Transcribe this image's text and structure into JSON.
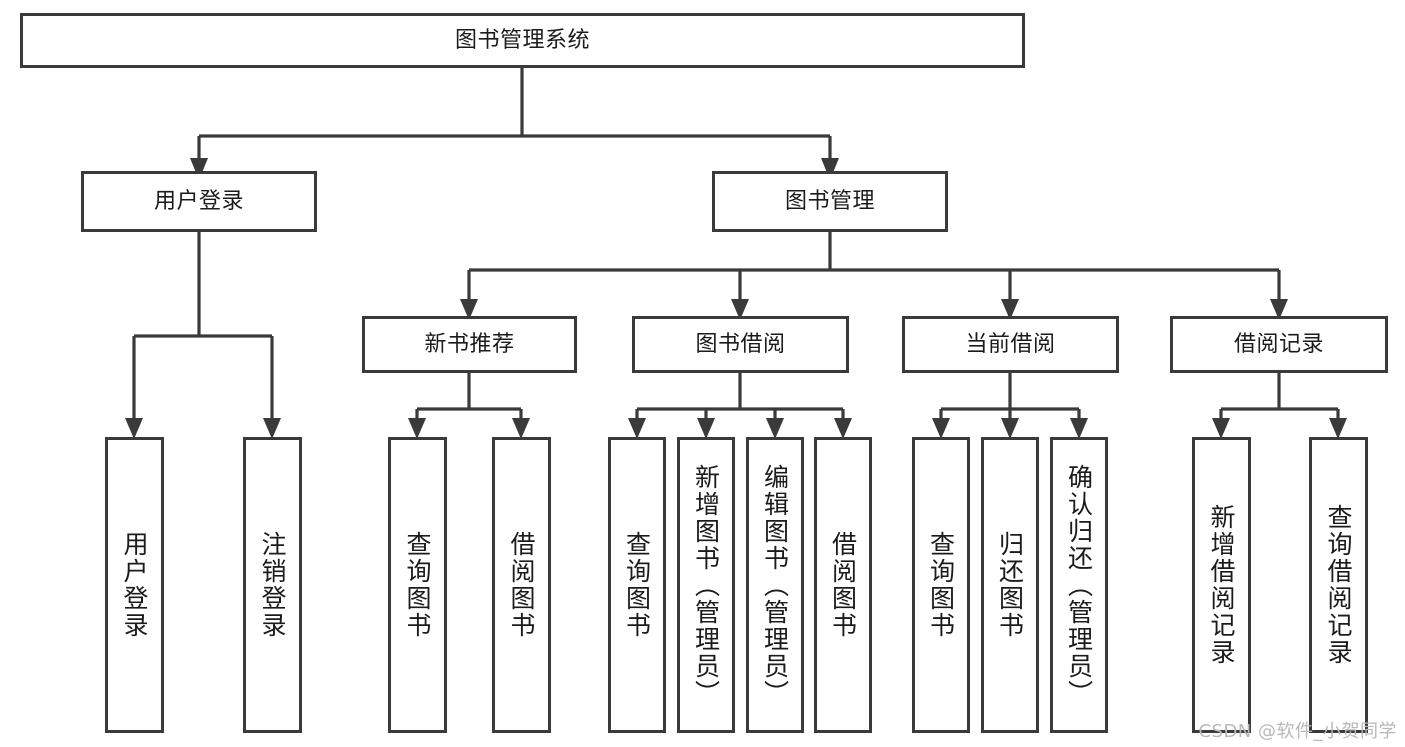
{
  "diagram": {
    "type": "tree",
    "title": "图书管理系统",
    "watermark": "CSDN @软件_小贺同学",
    "colors": {
      "box_border": "#3a3a3a",
      "box_fill": "#ffffff",
      "connector": "#3a3a3a",
      "text": "#1b1b1b",
      "watermark": "#b9b9b9",
      "background": "#ffffff"
    },
    "levels": {
      "level1": [
        {
          "id": "root",
          "label": "图书管理系统"
        }
      ],
      "level2": [
        {
          "id": "user-login",
          "label": "用户登录"
        },
        {
          "id": "book-manage",
          "label": "图书管理"
        }
      ],
      "level3": [
        {
          "id": "new-book-recommend",
          "label": "新书推荐",
          "parent": "book-manage"
        },
        {
          "id": "book-borrow",
          "label": "图书借阅",
          "parent": "book-manage"
        },
        {
          "id": "current-borrow",
          "label": "当前借阅",
          "parent": "book-manage"
        },
        {
          "id": "borrow-record",
          "label": "借阅记录",
          "parent": "book-manage"
        }
      ],
      "leaves": [
        {
          "id": "leaf-user-login",
          "label": "用户登录",
          "parent": "user-login"
        },
        {
          "id": "leaf-logout-login",
          "label": "注销登录",
          "parent": "user-login"
        },
        {
          "id": "leaf-query-book-1",
          "label": "查询图书",
          "parent": "new-book-recommend"
        },
        {
          "id": "leaf-borrow-book-1",
          "label": "借阅图书",
          "parent": "new-book-recommend"
        },
        {
          "id": "leaf-query-book-2",
          "label": "查询图书",
          "parent": "book-borrow"
        },
        {
          "id": "leaf-add-book",
          "label": "新增图书（管理员）",
          "parent": "book-borrow"
        },
        {
          "id": "leaf-edit-book",
          "label": "编辑图书（管理员）",
          "parent": "book-borrow"
        },
        {
          "id": "leaf-borrow-book-2",
          "label": "借阅图书",
          "parent": "book-borrow"
        },
        {
          "id": "leaf-query-book-3",
          "label": "查询图书",
          "parent": "current-borrow"
        },
        {
          "id": "leaf-return-book",
          "label": "归还图书",
          "parent": "current-borrow"
        },
        {
          "id": "leaf-confirm-return",
          "label": "确认归还（管理员）",
          "parent": "current-borrow"
        },
        {
          "id": "leaf-add-record",
          "label": "新增借阅记录",
          "parent": "borrow-record"
        },
        {
          "id": "leaf-query-record",
          "label": "查询借阅记录",
          "parent": "borrow-record"
        }
      ]
    }
  }
}
